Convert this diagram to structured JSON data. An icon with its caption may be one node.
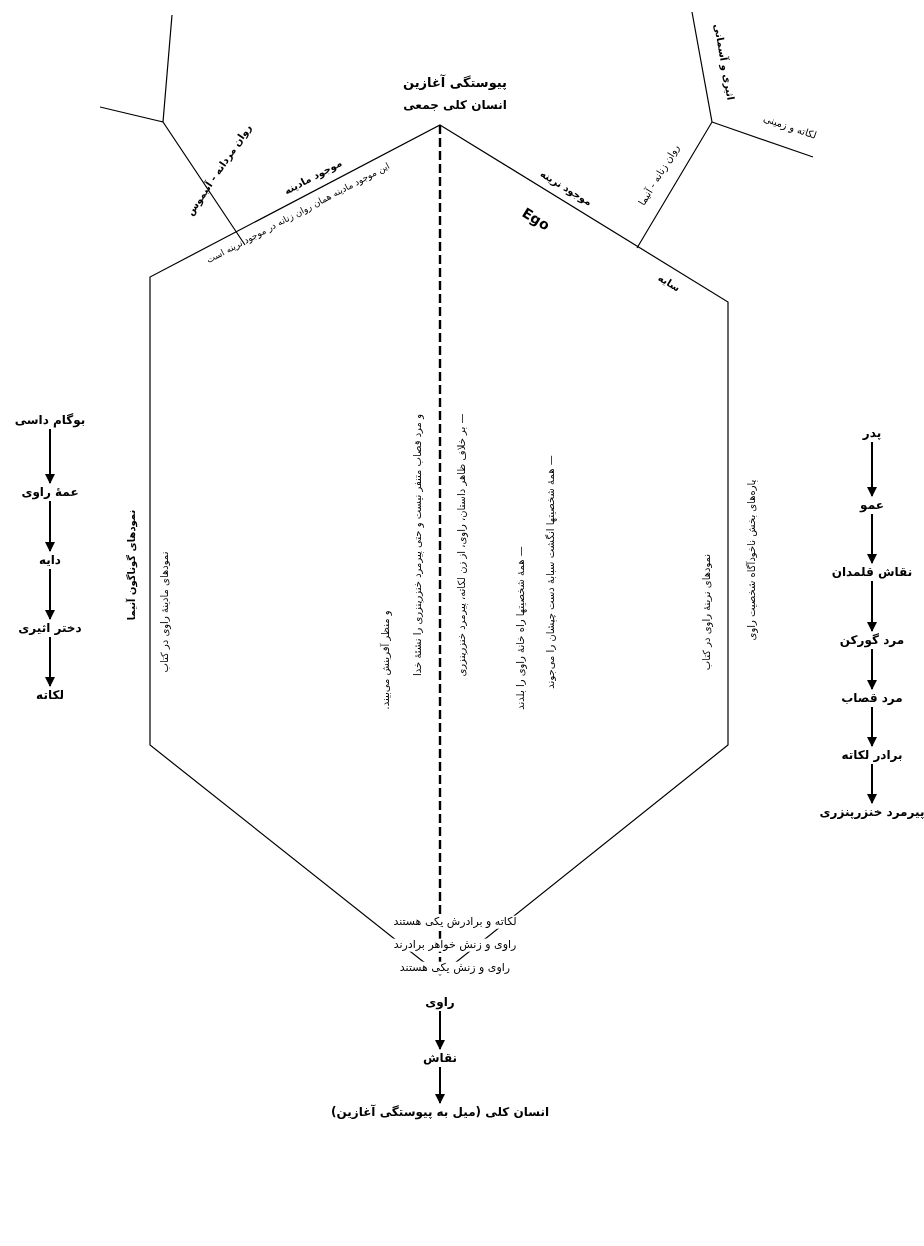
{
  "diagram": {
    "nodes": [
      {
        "text": [
          "نمودهای نرینهٔ راوی در کتاب",
          "— همهٔ شخصیتها انگشت سبابهٔ دست چپشان را می‌جوند",
          "— همهٔ شخصیتها راه خانهٔ راوی را بلدند",
          "— بر خلاف ظاهر داستان، راوی، از زن لکاته، پیرمرد خنزرپنزری",
          "و مرد قصاب متنفر نیست و حتی پیرمرد خنزرپنزری را نشئهٔ خدا",
          "و منظر آفرینش می‌بیند.",
          "نمودهای مادینهٔ راوی در کتاب",
          "لکاته و برادرش یکی هستند",
          "راوی و زنش خواهر برادرند",
          "راوی و زنش یکی هستند"
        ]
      },
      {
        "text": [
          "بوگام داسی"
        ]
      },
      {
        "text": [
          "عمهٔ راوی"
        ]
      },
      {
        "text": [
          "دایه"
        ]
      },
      {
        "text": [
          "دختر اثیری"
        ]
      },
      {
        "text": [
          "لکاته"
        ]
      },
      {
        "text": [
          "پدر"
        ]
      },
      {
        "text": [
          "عمو"
        ]
      },
      {
        "text": [
          "نقاش قلمدان"
        ]
      },
      {
        "text": [
          "مرد گورکن"
        ]
      },
      {
        "text": [
          "مرد قصاب"
        ]
      },
      {
        "text": [
          "برادر لکاته"
        ]
      },
      {
        "text": [
          "پیرمرد خنزرپنزری"
        ]
      },
      {
        "text": [
          "راوی"
        ]
      },
      {
        "text": [
          "نقاش"
        ]
      },
      {
        "text": [
          "انسان کلی (میل به پیوستگی آغازین)"
        ]
      }
    ],
    "edges": [
      {
        "from": 1,
        "to": 2,
        "arrow": "to"
      },
      {
        "from": 2,
        "to": 3,
        "arrow": "to"
      },
      {
        "from": 3,
        "to": 4,
        "arrow": "to"
      },
      {
        "from": 4,
        "to": 5,
        "arrow": "to"
      },
      {
        "from": 6,
        "to": 7,
        "arrow": "to"
      },
      {
        "from": 7,
        "to": 8,
        "arrow": "to"
      },
      {
        "from": 8,
        "to": 9,
        "arrow": "to"
      },
      {
        "from": 9,
        "to": 10,
        "arrow": "to"
      },
      {
        "from": 10,
        "to": 11,
        "arrow": "to"
      },
      {
        "from": 11,
        "to": 12,
        "arrow": "to"
      },
      {
        "from": 13,
        "to": 14,
        "arrow": "to"
      },
      {
        "from": 14,
        "to": 15,
        "arrow": "to"
      }
    ],
    "labels": [
      "پیوستگی آغازین",
      "انسان کلی جمعی",
      "روان مردانه - آنیموس",
      "موجود مادینه",
      "این موجود مادینه همان روان زنانه در موجود نرینه است",
      "Ego",
      "موجود نرینه",
      "سایه",
      "روان زنانه - آنیما",
      "اثیری و آسمانی",
      "لکاته و زمینی",
      "نمودهای گوناگون آنیما",
      "پاره‌های بخش ناخودآگاه شخصیت راوی"
    ]
  }
}
